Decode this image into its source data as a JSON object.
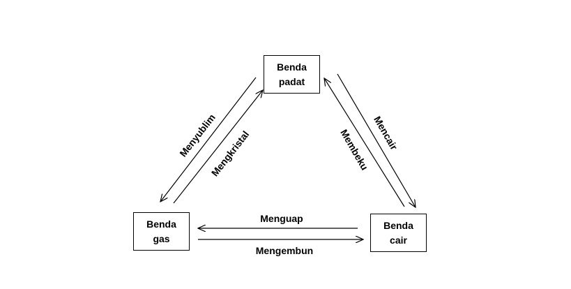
{
  "nodes": {
    "solid": {
      "line1": "Benda",
      "line2": "padat"
    },
    "gas": {
      "line1": "Benda",
      "line2": "gas"
    },
    "liquid": {
      "line1": "Benda",
      "line2": "cair"
    }
  },
  "processes": {
    "sublimation": "Menyublim",
    "deposition": "Mengkristal",
    "melting": "Mencair",
    "freezing": "Membeku",
    "evaporation": "Menguap",
    "condensation": "Mengembun"
  },
  "colors": {
    "line": "#000000",
    "background": "#ffffff"
  }
}
